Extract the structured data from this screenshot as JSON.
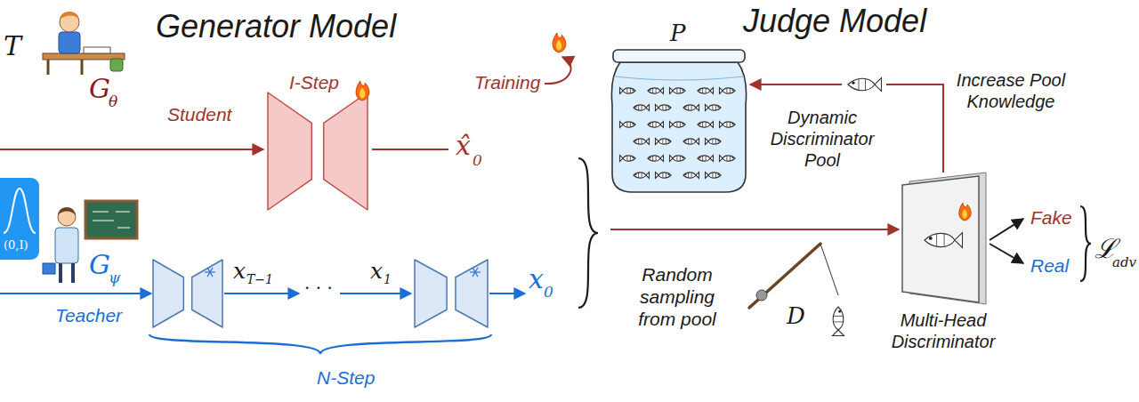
{
  "diagram": {
    "nodes": [
      {
        "text": [
          "I-Step"
        ]
      },
      {
        "text": [
          "P",
          "Dynamic Discriminator Pool"
        ]
      },
      {
        "text": [
          "Multi-Head Discriminator"
        ]
      }
    ],
    "edges": [
      {
        "from": 2,
        "to": 1,
        "arrow": "to",
        "label": "Increase Pool Knowledge"
      }
    ],
    "labels": [
      "Generator Model",
      "Judge Model",
      "T",
      "(0,I)",
      "G",
      "θ",
      "Student",
      "Training",
      "x̂",
      "0",
      "G",
      "ψ",
      "Teacher",
      "x",
      "T−1",
      "· · ·",
      "x",
      "1",
      "x",
      "0",
      "N-Step",
      "Random sampling from pool",
      "D",
      "Fake",
      "Real",
      "ℒ",
      "adv"
    ]
  }
}
